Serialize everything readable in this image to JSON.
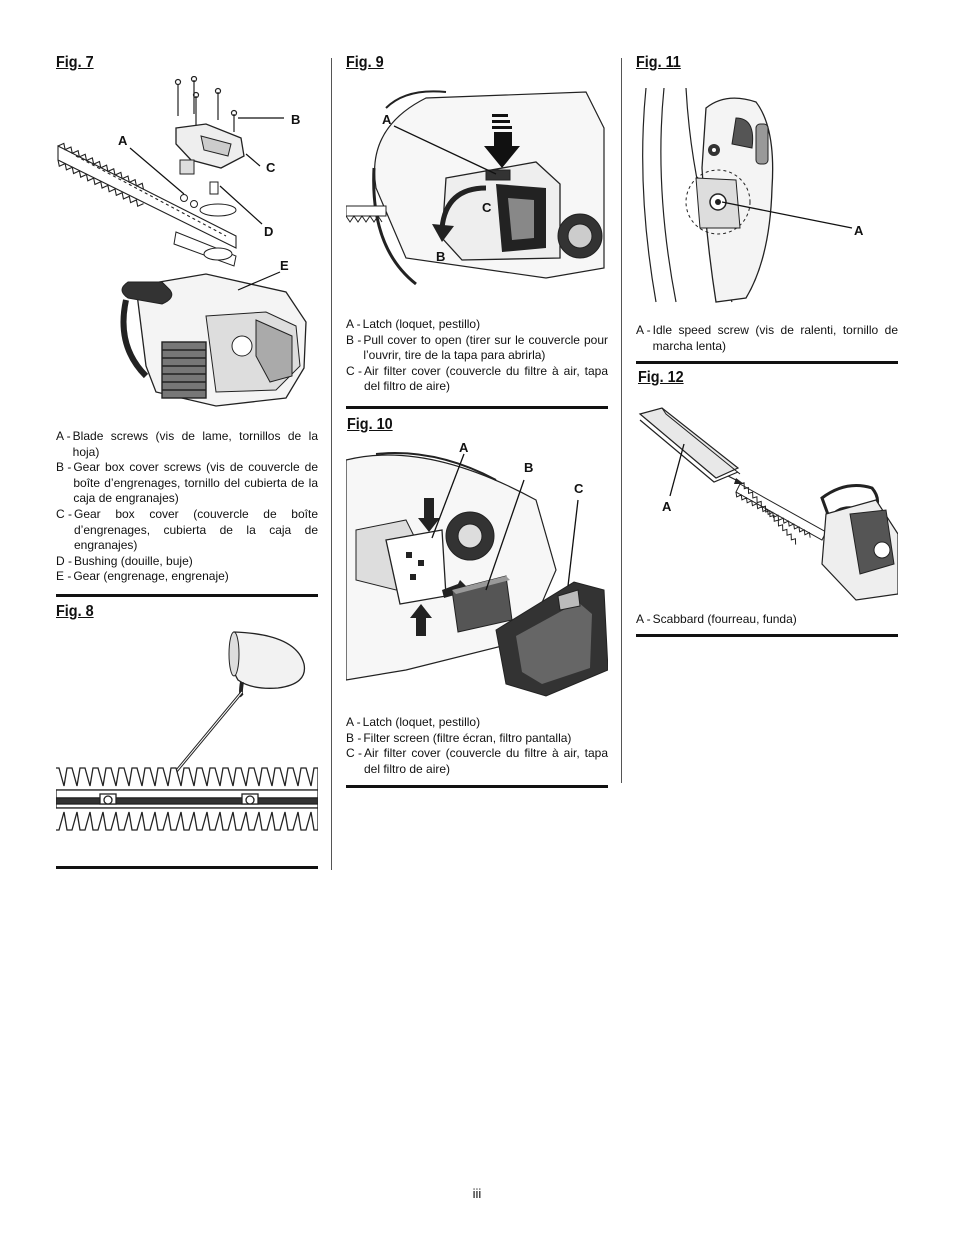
{
  "figures": {
    "fig7": {
      "title": "Fig. 7",
      "callouts": [
        "A",
        "B",
        "C",
        "D",
        "E"
      ],
      "legend": [
        {
          "key": "A -",
          "text": "Blade screws (vis de lame, tornillos de la hoja)"
        },
        {
          "key": "B -",
          "text": "Gear box cover screws (vis de couvercle de boîte d’engrenages, tornillo del cubierta de la caja de engranajes)"
        },
        {
          "key": "C -",
          "text": "Gear box cover (couvercle de boîte d’engrenages, cubierta de la caja de engranajes)"
        },
        {
          "key": "D -",
          "text": "Bushing (douille, buje)"
        },
        {
          "key": "E -",
          "text": "Gear (engrenage, engrenaje)"
        }
      ]
    },
    "fig8": {
      "title": "Fig. 8"
    },
    "fig9": {
      "title": "Fig. 9",
      "callouts": [
        "A",
        "B",
        "C"
      ],
      "legend": [
        {
          "key": "A -",
          "text": "Latch (loquet, pestillo)"
        },
        {
          "key": "B -",
          "text": "Pull cover to open (tirer sur le couvercle pour l’ouvrir, tire de la tapa para abrirla)"
        },
        {
          "key": "C -",
          "text": "Air filter cover (couvercle du filtre à air, tapa del filtro de aire)"
        }
      ]
    },
    "fig10": {
      "title": "Fig. 10",
      "callouts": [
        "A",
        "B",
        "C"
      ],
      "legend": [
        {
          "key": "A -",
          "text": "Latch (loquet, pestillo)"
        },
        {
          "key": "B -",
          "text": "Filter screen (filtre écran, filtro pantalla)"
        },
        {
          "key": "C -",
          "text": "Air filter cover (couvercle du filtre à air, tapa del filtro de aire)"
        }
      ]
    },
    "fig11": {
      "title": "Fig. 11",
      "callouts": [
        "A"
      ],
      "legend": [
        {
          "key": "A -",
          "text": "Idle speed screw (vis de ralenti, tornillo de marcha lenta)"
        }
      ]
    },
    "fig12": {
      "title": "Fig. 12",
      "callouts": [
        "A"
      ],
      "legend": [
        {
          "key": "A -",
          "text": "Scabbard (fourreau, funda)"
        }
      ]
    }
  },
  "page_number": "iii"
}
